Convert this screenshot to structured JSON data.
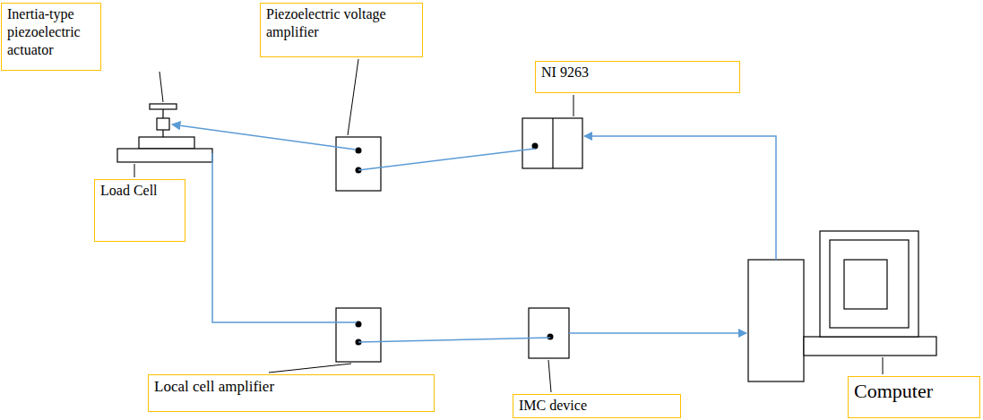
{
  "diagram": {
    "nodes": [
      {
        "text": [
          "Inertia-type piezoelectric actuator"
        ]
      },
      {
        "text": [
          "Piezoelectric voltage amplifier"
        ]
      },
      {
        "text": [
          "NI 9263"
        ]
      },
      {
        "text": [
          "Load Cell"
        ]
      },
      {
        "text": [
          "Local cell amplifier"
        ]
      },
      {
        "text": [
          "IMC device"
        ]
      },
      {
        "text": [
          "Computer"
        ]
      }
    ]
  }
}
